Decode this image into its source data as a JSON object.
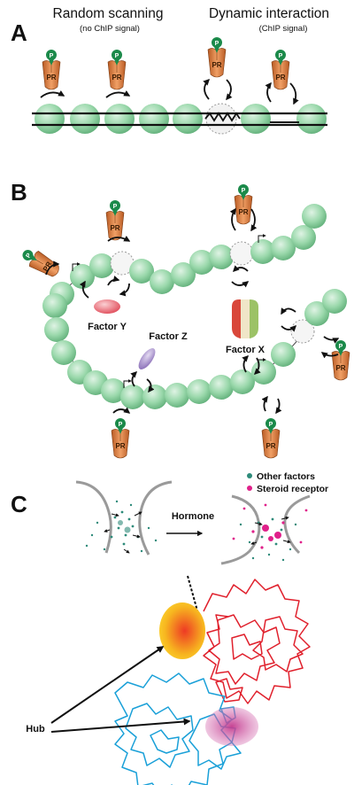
{
  "panel_a": {
    "letter": "A",
    "heading_left": "Random scanning",
    "sub_left": "(no ChIP signal)",
    "heading_right": "Dynamic interaction",
    "sub_right": "(ChIP signal)"
  },
  "panel_b": {
    "letter": "B",
    "factor_y": "Factor Y",
    "factor_z": "Factor Z",
    "factor_x": "Factor X"
  },
  "panel_c": {
    "letter": "C",
    "legend_other": "Other factors",
    "legend_steroid": "Steroid receptor",
    "hormone_label": "Hormone",
    "hub_label": "Hub"
  },
  "protein": {
    "phospho_label": "P",
    "receptor_label": "PR"
  },
  "colors": {
    "nucleosome": "#8fd4a4",
    "receptor_body": "#d97a3c",
    "phospho": "#1b8a4a",
    "factor_y": "#e9656f",
    "factor_z": "#9c84c4",
    "factor_x_left": "#d9473a",
    "factor_x_right": "#9cc266",
    "other_factors_dot": "#2e8b7a",
    "steroid_dot": "#e0208a",
    "hub_left_fill": "#f7b51f",
    "red_chromatin": "#e0202c",
    "blue_chromatin": "#1aa0d8"
  }
}
